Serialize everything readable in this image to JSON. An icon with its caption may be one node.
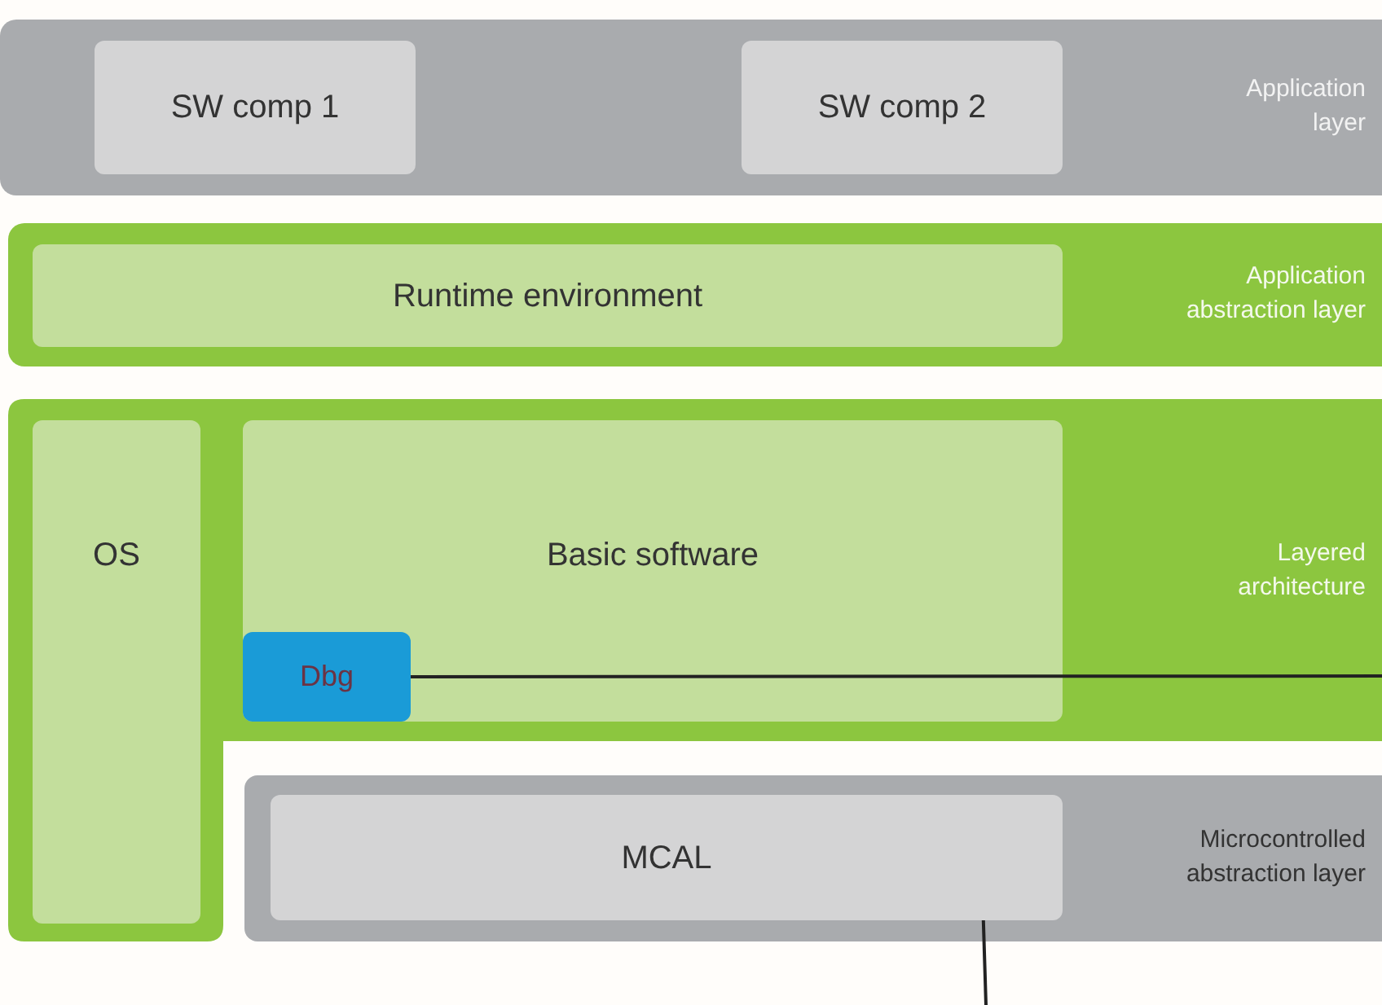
{
  "diagram": {
    "nodes": [
      {
        "text": [
          "Application layer"
        ]
      },
      {
        "text": [
          "SW comp 1"
        ],
        "in": 0
      },
      {
        "text": [
          "SW comp 2"
        ],
        "in": 0
      },
      {
        "text": [
          "Application abstraction layer"
        ]
      },
      {
        "text": [
          "Runtime environment"
        ],
        "in": 3
      },
      {
        "text": [
          "Layered architecture"
        ]
      },
      {
        "text": [
          "OS"
        ],
        "in": 5
      },
      {
        "text": [
          "Basic software"
        ],
        "in": 5
      },
      {
        "text": [
          "Dbg"
        ],
        "in": 7
      },
      {
        "text": [
          "Microcontrolled abstraction layer"
        ]
      },
      {
        "text": [
          "MCAL"
        ],
        "in": 9
      }
    ],
    "edges": [
      {
        "from": 8,
        "to": null,
        "arrow": "none"
      },
      {
        "from": 10,
        "to": null,
        "arrow": "none"
      }
    ]
  }
}
